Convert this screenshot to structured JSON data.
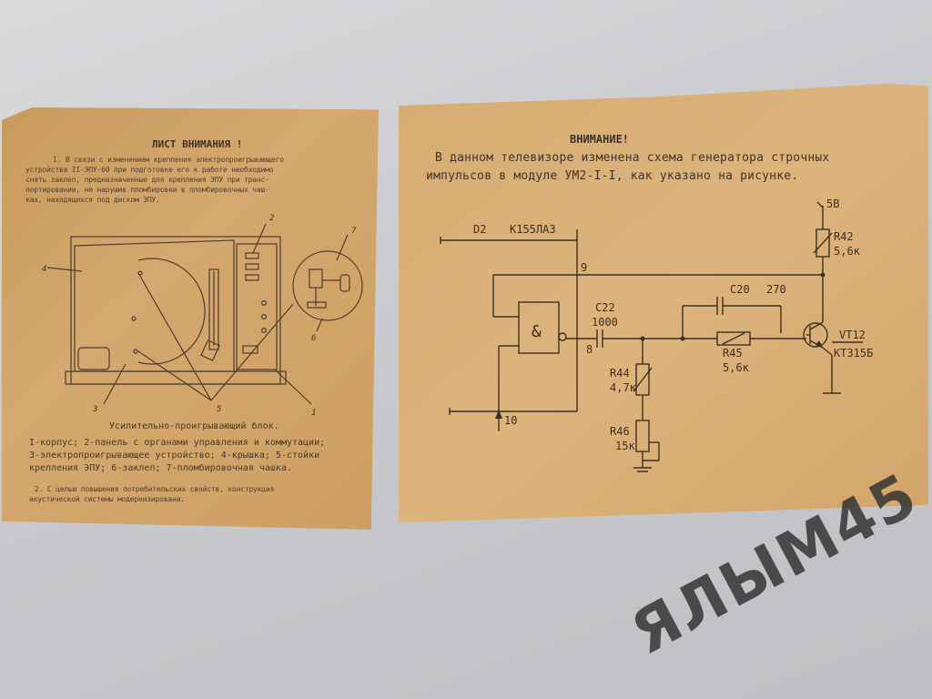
{
  "left_sheet": {
    "title": "ЛИСТ ВНИМАНИЯ !",
    "paragraph1": [
      "1. В связи с изменением крепления электропроигрывающего",
      "устройства II-ЭПУ-60 при подготовке его к работе необходимо",
      "снять заклеп, предназначенные для крепления ЭПУ при транс-",
      "портировании, не нарушив пломбировки в пломбировочных чаш-",
      "ках, находящихся под диском ЭПУ."
    ],
    "callouts": [
      "1",
      "2",
      "3",
      "4",
      "5",
      "6",
      "7"
    ],
    "block_title": "Усилительно-проигрывающий блок.",
    "legend": [
      "I-корпус; 2-панель с органами управления и коммутации;",
      "3-электропроигрывающее устройство; 4-крышка; 5-стойки",
      "крепления ЭПУ; 6-заклеп; 7-пломбировочная чашка."
    ],
    "paragraph2": [
      "2. С целью повышения потребительских свойств, конструкция",
      "акустической системы модернизирована."
    ]
  },
  "right_sheet": {
    "title": "ВНИМАНИЕ!",
    "lines": [
      "В данном телевизоре изменена схема генератора строчных",
      "импульсов в модуле УМ2-I-I, как указано на рисунке."
    ],
    "schematic": {
      "chip": "D2",
      "chip_type": "К155ЛА3",
      "gate_symbol": "&",
      "pins": [
        "9",
        "8",
        "10"
      ],
      "supply": "5В",
      "components": [
        {
          "ref": "R42",
          "value": "5,6к"
        },
        {
          "ref": "C20",
          "value": "270"
        },
        {
          "ref": "C22",
          "value": "1000"
        },
        {
          "ref": "R45",
          "value": "5,6к"
        },
        {
          "ref": "R44",
          "value": "4,7к"
        },
        {
          "ref": "R46",
          "value": "15к"
        },
        {
          "ref": "VT12",
          "value": "КТ315Б"
        }
      ]
    }
  },
  "watermark": "ЯЛЫМ45"
}
